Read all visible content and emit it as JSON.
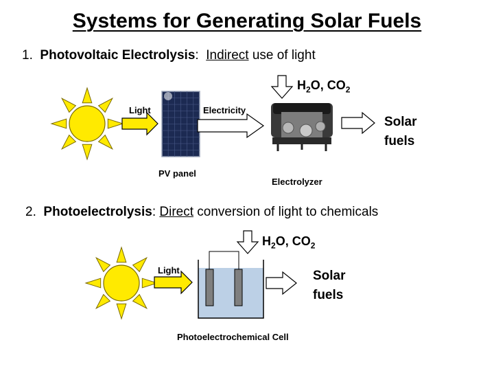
{
  "title": "Systems for Generating Solar Fuels",
  "section1": {
    "number": "1.",
    "heading": "Photovoltaic Electrolysis",
    "sep": ":",
    "underlined": "Indirect",
    "rest": "use of light",
    "label_light": "Light",
    "label_electricity": "Electricity",
    "label_pv": "PV panel",
    "label_electrolyzer": "Electrolyzer",
    "inputs": {
      "h": "H",
      "s1": "2",
      "o": "O, CO",
      "s2": "2"
    },
    "output_line1": "Solar",
    "output_line2": "fuels"
  },
  "section2": {
    "number": "2.",
    "heading": "Photoelectrolysis",
    "sep": ":",
    "underlined": "Direct",
    "rest": "conversion of light to chemicals",
    "label_light": "Light",
    "label_cell": "Photoelectrochemical Cell",
    "inputs": {
      "h": "H",
      "s1": "2",
      "o": "O, CO",
      "s2": "2"
    },
    "output_line1": "Solar",
    "output_line2": "fuels"
  },
  "colors": {
    "sun": "#ffea00",
    "arrow_fill": "#ffea00",
    "panel": "#1c2a52",
    "electrolyte": "#bcd0e6",
    "electrode": "#7f7f7f"
  }
}
